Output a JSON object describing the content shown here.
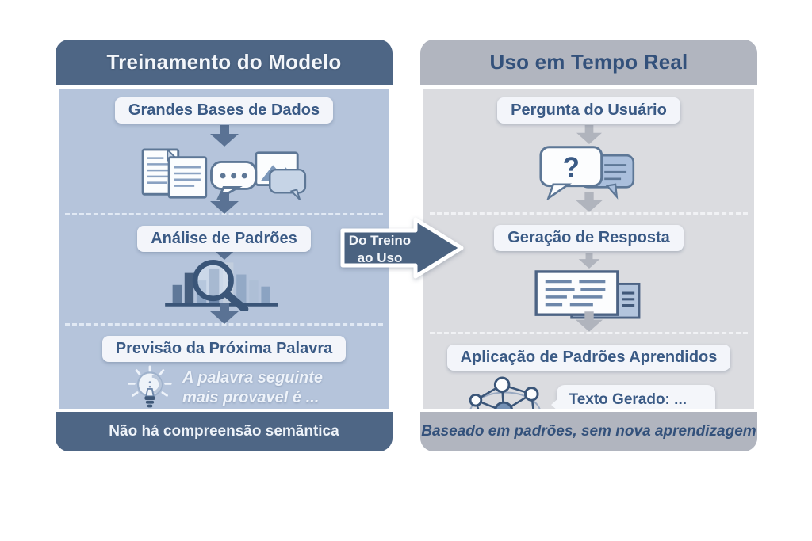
{
  "left_panel": {
    "title": "Treinamento do Modelo",
    "step1": "Grandes Bases de Dados",
    "step2": "Análise de Padrões",
    "step3": "Previsão da Próxima Palavra",
    "note_line1": "A palavra seguinte",
    "note_line2": "mais provavel é ...",
    "footer": "Não há compreensão semãntica"
  },
  "right_panel": {
    "title": "Uso em Tempo Real",
    "step1": "Pergunta do Usuário",
    "step2": "Geração de Resposta",
    "step3": "Aplicação de Padrões Aprendidos",
    "question_glyph": "?",
    "generated_text_label": "Texto Gerado: ...",
    "footer": "Baseado em padrões, sem nova aprendizagem"
  },
  "connector": {
    "line1": "Do Treino",
    "line2": "ao Uso"
  },
  "icons": {
    "left_step1": "documents-and-chat-data-icon",
    "left_step2": "magnifier-bar-chart-icon",
    "left_step3": "lightbulb-icon",
    "right_step1": "question-chat-bubbles-icon",
    "right_step2": "response-cards-icon",
    "right_step3": "neural-network-icon"
  },
  "colors": {
    "left_header_bg": "#4e6685",
    "left_body_bg": "#b5c4db",
    "right_header_bg": "#b1b5bf",
    "right_body_bg": "#dbdce0",
    "pill_bg": "#f3f5fa",
    "pill_text": "#3a5a85",
    "left_arrow": "#5a7294",
    "right_arrow": "#b0b4bd",
    "connector_fill": "#4a6280"
  }
}
